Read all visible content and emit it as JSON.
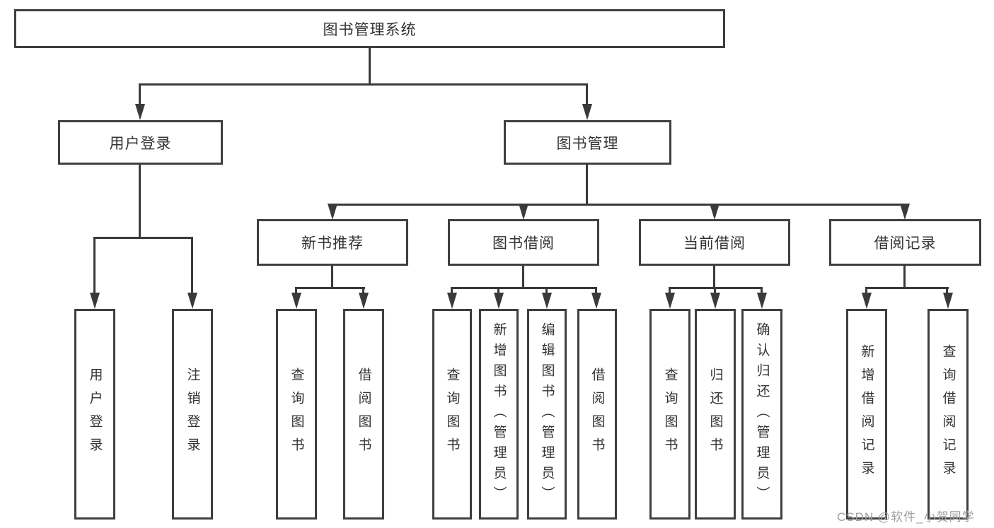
{
  "nodes": {
    "root": {
      "label": "图书管理系统"
    },
    "user_login": {
      "label": "用户登录"
    },
    "book_mgmt": {
      "label": "图书管理"
    },
    "new_book_rec": {
      "label": "新书推荐"
    },
    "book_borrowing": {
      "label": "图书借阅"
    },
    "current_borrowing": {
      "label": "当前借阅"
    },
    "borrowing_records": {
      "label": "借阅记录"
    },
    "ul_user_login": {
      "label": "用户登录"
    },
    "ul_logout": {
      "label": "注销登录"
    },
    "nb_query_books": {
      "label": "查询图书"
    },
    "nb_borrow_books": {
      "label": "借阅图书"
    },
    "bb_query_books": {
      "label": "查询图书"
    },
    "bb_add_books": {
      "label": "新增图书（管理员）"
    },
    "bb_edit_books": {
      "label": "编辑图书（管理员）"
    },
    "bb_borrow_books": {
      "label": "借阅图书"
    },
    "cb_query_books": {
      "label": "查询图书"
    },
    "cb_return_books": {
      "label": "归还图书"
    },
    "cb_confirm_return": {
      "label": "确认归还（管理员）"
    },
    "br_add_record": {
      "label": "新增借阅记录"
    },
    "br_query_record": {
      "label": "查询借阅记录"
    }
  },
  "edges": [
    [
      "root",
      "user_login"
    ],
    [
      "root",
      "book_mgmt"
    ],
    [
      "user_login",
      "ul_user_login"
    ],
    [
      "user_login",
      "ul_logout"
    ],
    [
      "book_mgmt",
      "new_book_rec"
    ],
    [
      "book_mgmt",
      "book_borrowing"
    ],
    [
      "book_mgmt",
      "current_borrowing"
    ],
    [
      "book_mgmt",
      "borrowing_records"
    ],
    [
      "new_book_rec",
      "nb_query_books"
    ],
    [
      "new_book_rec",
      "nb_borrow_books"
    ],
    [
      "book_borrowing",
      "bb_query_books"
    ],
    [
      "book_borrowing",
      "bb_add_books"
    ],
    [
      "book_borrowing",
      "bb_edit_books"
    ],
    [
      "book_borrowing",
      "bb_borrow_books"
    ],
    [
      "current_borrowing",
      "cb_query_books"
    ],
    [
      "current_borrowing",
      "cb_return_books"
    ],
    [
      "current_borrowing",
      "cb_confirm_return"
    ],
    [
      "borrowing_records",
      "br_add_record"
    ],
    [
      "borrowing_records",
      "br_query_record"
    ]
  ],
  "watermark": {
    "text": "CSDN @软件_小贺同学"
  },
  "colors": {
    "line": "#3a3a3a",
    "border": "#3f3f3f",
    "text": "#333333",
    "watermark": "#a0a0a0",
    "background": "#ffffff"
  }
}
